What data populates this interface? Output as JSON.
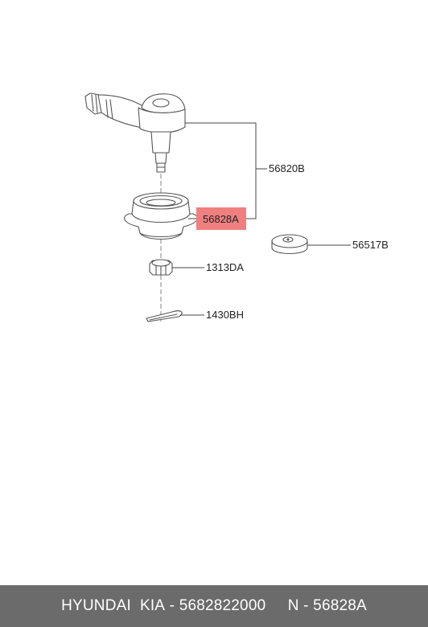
{
  "parts": {
    "assembly": "56820B",
    "dust_cover": "56828A",
    "washer": "56517B",
    "nut": "1313DA",
    "cotter_pin": "1430BH"
  },
  "highlight_color": "#f08080",
  "footer": {
    "brand": "HYUNDAI  KIA",
    "part_number": "5682822000",
    "oem_code": "N - 56828A",
    "separator": " - ",
    "gap": "     "
  }
}
